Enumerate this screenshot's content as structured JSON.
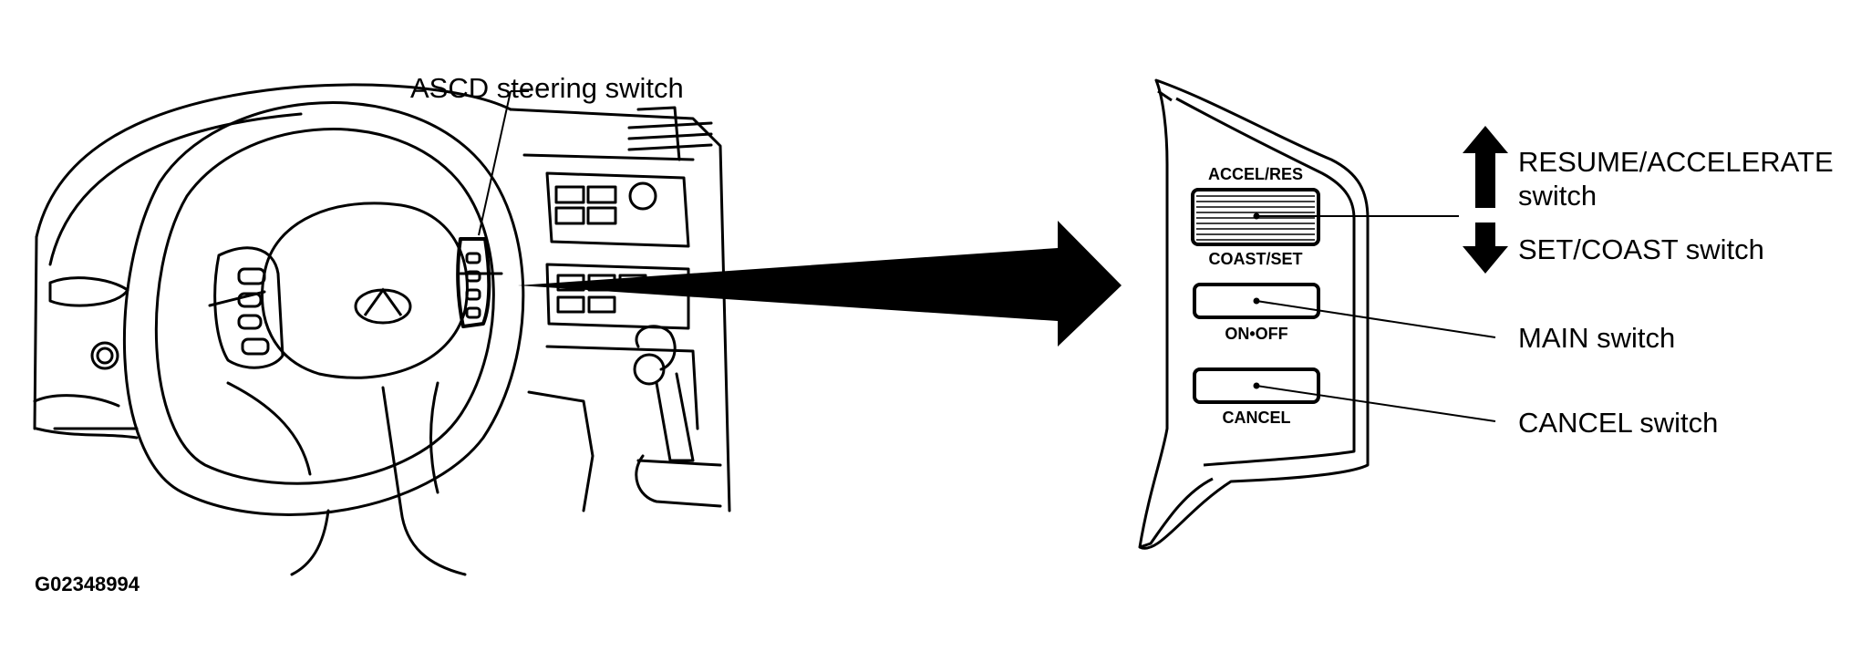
{
  "labels": {
    "steering_switch": "ASCD steering switch",
    "resume_accelerate_line1": "RESUME/ACCELERATE",
    "resume_accelerate_line2": "switch",
    "set_coast": "SET/COAST switch",
    "main": "MAIN switch",
    "cancel": "CANCEL switch"
  },
  "buttons": {
    "accel_res": "ACCEL/RES",
    "coast_set": "COAST/SET",
    "on_off": "ON•OFF",
    "cancel": "CANCEL"
  },
  "figure_id": "G02348994",
  "colors": {
    "line": "#000000",
    "background": "#ffffff"
  },
  "icons": [
    "up-arrow-icon",
    "down-arrow-icon",
    "pointer-arrow-icon",
    "infiniti-logo-icon"
  ]
}
